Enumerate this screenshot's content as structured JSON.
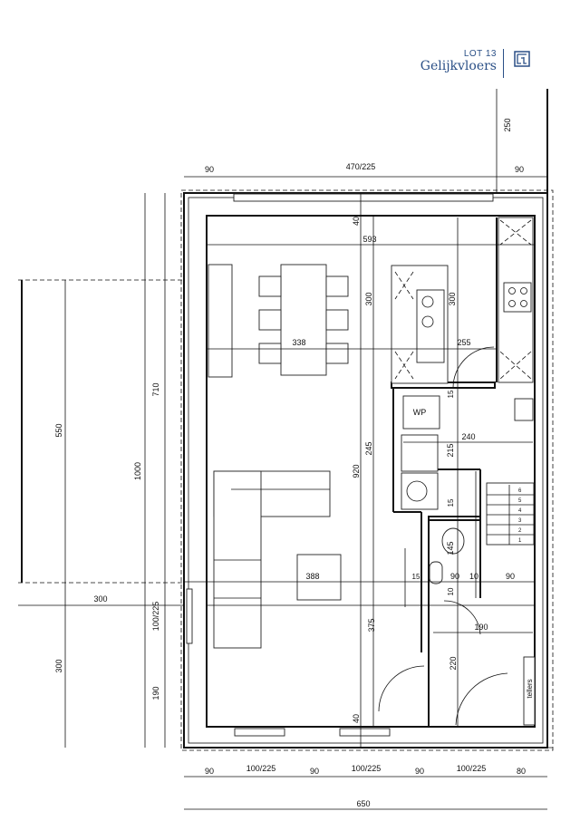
{
  "header": {
    "lot": "LOT 13",
    "title": "Gelijkvloers",
    "brand_color": "#2a4f86",
    "logo_icon": "floorplan-logo-icon"
  },
  "room_labels": {
    "wp": "WP",
    "stairs": [
      "1",
      "2",
      "3",
      "4",
      "5",
      "6"
    ]
  },
  "dims": [
    "90",
    "470/225",
    "90",
    "250",
    "40",
    "593",
    "300",
    "300",
    "338",
    "255",
    "15",
    "240",
    "215",
    "245",
    "920",
    "15",
    "145",
    "15",
    "90",
    "10",
    "90",
    "388",
    "10",
    "190",
    "375",
    "220",
    "40",
    "tellers",
    "710",
    "1000",
    "550",
    "300",
    "100/225",
    "300",
    "190",
    "90",
    "100/225",
    "90",
    "100/225",
    "90",
    "100/225",
    "80",
    "650"
  ]
}
